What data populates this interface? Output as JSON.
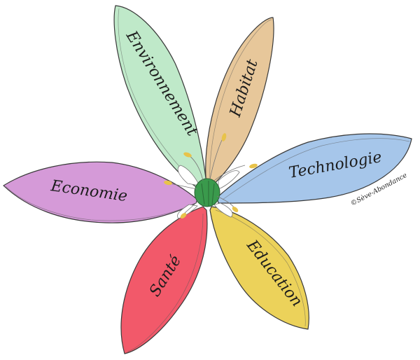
{
  "petals": [
    {
      "id": "environnement",
      "label": "Environnement",
      "color": "#bfe9c9"
    },
    {
      "id": "habitat",
      "label": "Habitat",
      "color": "#e7c79a"
    },
    {
      "id": "technologie",
      "label": "Technologie",
      "color": "#a6c6ea"
    },
    {
      "id": "education",
      "label": "Education",
      "color": "#ecd25a"
    },
    {
      "id": "sante",
      "label": "Santé",
      "color": "#f2596a"
    },
    {
      "id": "economie",
      "label": "Economie",
      "color": "#d59ad8"
    }
  ],
  "center": {
    "color": "#3a9a4c",
    "stamen_color": "#e8c34a"
  },
  "credit": "©Sève-Abondance"
}
